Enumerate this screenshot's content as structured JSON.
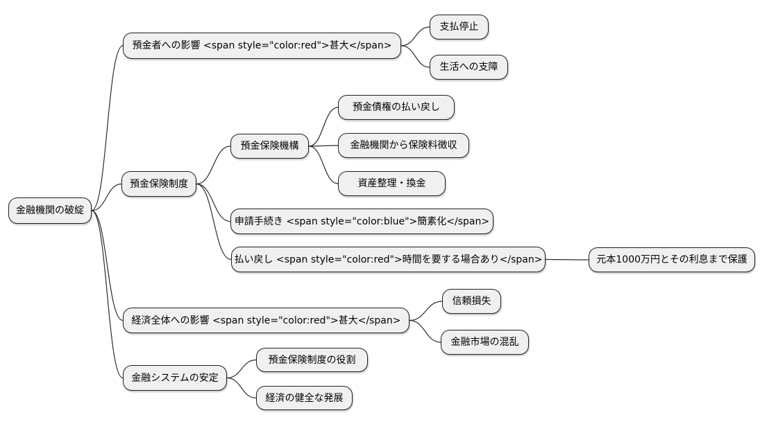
{
  "diagram": {
    "type": "mindmap",
    "mindmap": {
      "label": "金融機関の破綻",
      "children": [
        {
          "label": "預金者への影響 <span style=\"color:red\">甚大</span>",
          "children": [
            {
              "label": "支払停止"
            },
            {
              "label": "生活への支障"
            }
          ]
        },
        {
          "label": "預金保険制度",
          "children": [
            {
              "label": "預金保険機構",
              "children": [
                {
                  "label": "預金債権の払い戻し"
                },
                {
                  "label": "金融機関から保険料徴収"
                },
                {
                  "label": "資産整理・換金"
                }
              ]
            },
            {
              "label": "申請手続き <span style=\"color:blue\">簡素化</span>"
            },
            {
              "label": "払い戻し <span style=\"color:red\">時間を要する場合あり</span>",
              "children": [
                {
                  "label": "元本1000万円とその利息まで保護"
                }
              ]
            }
          ]
        },
        {
          "label": "経済全体への影響 <span style=\"color:red\">甚大</span>",
          "children": [
            {
              "label": "信頼損失"
            },
            {
              "label": "金融市場の混乱"
            }
          ]
        },
        {
          "label": "金融システムの安定",
          "children": [
            {
              "label": "預金保険制度の役割"
            },
            {
              "label": "経済の健全な発展"
            }
          ]
        }
      ]
    }
  },
  "style": {
    "background": "#ffffff",
    "node_fill": "#f0f0f0",
    "node_border": "#1f1f1f",
    "node_text": "#000000",
    "edge_color": "#2b2b2b"
  }
}
